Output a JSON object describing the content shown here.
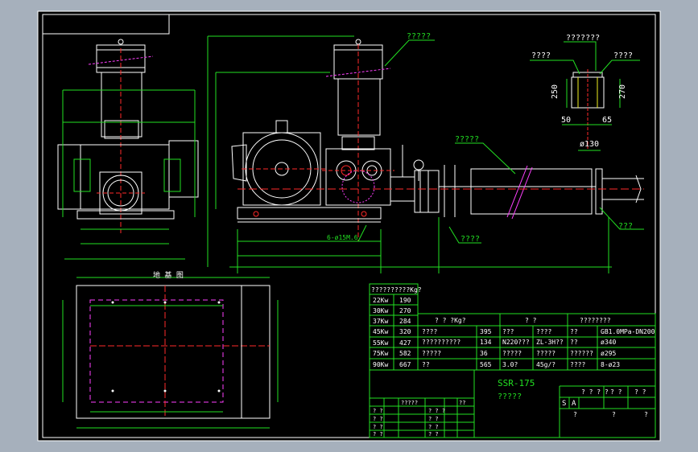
{
  "colors": {
    "bg": "#000000",
    "frame": "#ffffff",
    "green": "#22e022",
    "yellow": "#f0f020",
    "red": "#ff2a2a",
    "magenta": "#ff40ff",
    "cyan": "#40e0ff",
    "white": "#ffffff"
  },
  "labels": {
    "callout_top": "?????",
    "callout_detail": "???????",
    "callout_left": "????",
    "callout_right": "????",
    "callout_mid": "?????",
    "callout_flange": "????",
    "callout_pipe": "???",
    "callout_bolts": "6-ø15M.6",
    "dim_250": "250",
    "dim_270": "270",
    "dim_50": "50",
    "dim_65": "65",
    "dim_130": "ø130",
    "plan_title": "地 基 图"
  },
  "weight_table": {
    "header": "??????????Kg?",
    "rows": [
      [
        "22Kw",
        "190"
      ],
      [
        "30Kw",
        "270"
      ],
      [
        "37Kw",
        "284"
      ],
      [
        "45Kw",
        "320"
      ],
      [
        "55Kw",
        "427"
      ],
      [
        "75Kw",
        "582"
      ],
      [
        "90Kw",
        "667"
      ]
    ]
  },
  "spec_table": {
    "headers": [
      "? ? ?Kg?",
      "? ?",
      "????????"
    ],
    "rows": [
      [
        "????",
        "395",
        "???",
        "????",
        "??",
        "GB1.0MPa-DN200"
      ],
      [
        "??????????",
        "134",
        "N220???",
        "ZL-3H??",
        "??",
        "ø340"
      ],
      [
        "?????",
        "36",
        "?????",
        "?????",
        "??????",
        "ø295"
      ],
      [
        "??",
        "565",
        "3.0?",
        "45g/?",
        "????",
        "8-ø23"
      ]
    ]
  },
  "title_block": {
    "model": "SSR-175",
    "name": "?????",
    "left_headers": [
      "?????",
      "??"
    ],
    "left_rows": [
      [
        "? ?",
        "? ? ?"
      ],
      [
        "? ?",
        "? ?"
      ],
      [
        "? ?",
        "? ?"
      ],
      [
        "? ?",
        "? ?"
      ],
      [
        "? ?",
        ""
      ]
    ],
    "stage_header": [
      "? ? ? ?",
      "? ?",
      "? ?"
    ],
    "stage_marks": [
      "S",
      "A"
    ],
    "footer": [
      "?",
      "?",
      "?"
    ]
  }
}
